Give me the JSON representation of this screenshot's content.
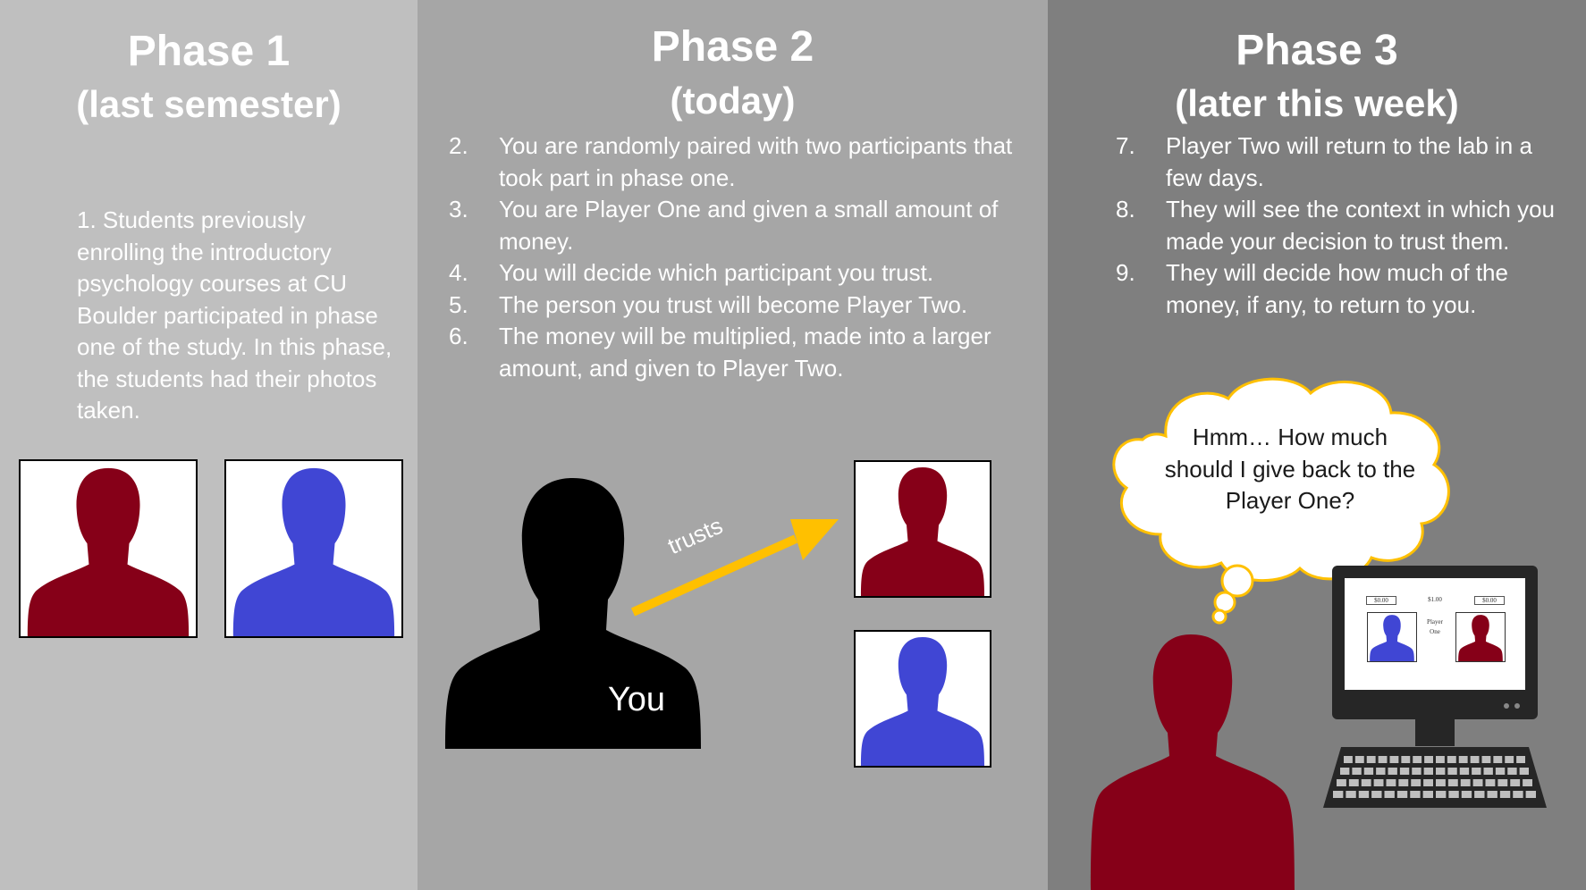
{
  "phases": [
    {
      "title": "Phase 1",
      "subtitle": "(last semester)",
      "description": "1. Students previously enrolling the introductory psychology courses at CU Boulder participated in phase one of the study. In this phase, the students had their photos taken."
    },
    {
      "title": "Phase 2",
      "subtitle": "(today)",
      "steps": [
        {
          "num": "2.",
          "text": "You are randomly paired with two participants that took part in phase one."
        },
        {
          "num": "3.",
          "text": "You are Player One and given a small amount of money."
        },
        {
          "num": "4.",
          "text": "You will decide which participant you trust."
        },
        {
          "num": "5.",
          "text": "The person you trust will become Player Two."
        },
        {
          "num": "6.",
          "text": "The money will be multiplied, made into a larger amount, and given to Player Two."
        }
      ],
      "you_label": "You",
      "arrow_label": "trusts"
    },
    {
      "title": "Phase 3",
      "subtitle": "(later this week)",
      "steps": [
        {
          "num": "7.",
          "text": "Player Two will return to the lab in a few days."
        },
        {
          "num": "8.",
          "text": "They will see the context in which you made your decision to trust them."
        },
        {
          "num": "9.",
          "text": "They will decide how much of the money, if any, to return to you."
        }
      ],
      "thought": "Hmm… How much should I give back to the Player One?",
      "monitor": {
        "left_amount": "$0.00",
        "center_amount": "$1.00",
        "right_amount": "$0.00",
        "center_label": "Player One"
      }
    }
  ],
  "colors": {
    "panel1_bg": "#bfbfbf",
    "panel2_bg": "#a6a6a6",
    "panel3_bg": "#7f7f7f",
    "red_person": "#860018",
    "blue_person": "#4046d4",
    "arrow": "#ffc000",
    "thought_border": "#ffc000"
  }
}
